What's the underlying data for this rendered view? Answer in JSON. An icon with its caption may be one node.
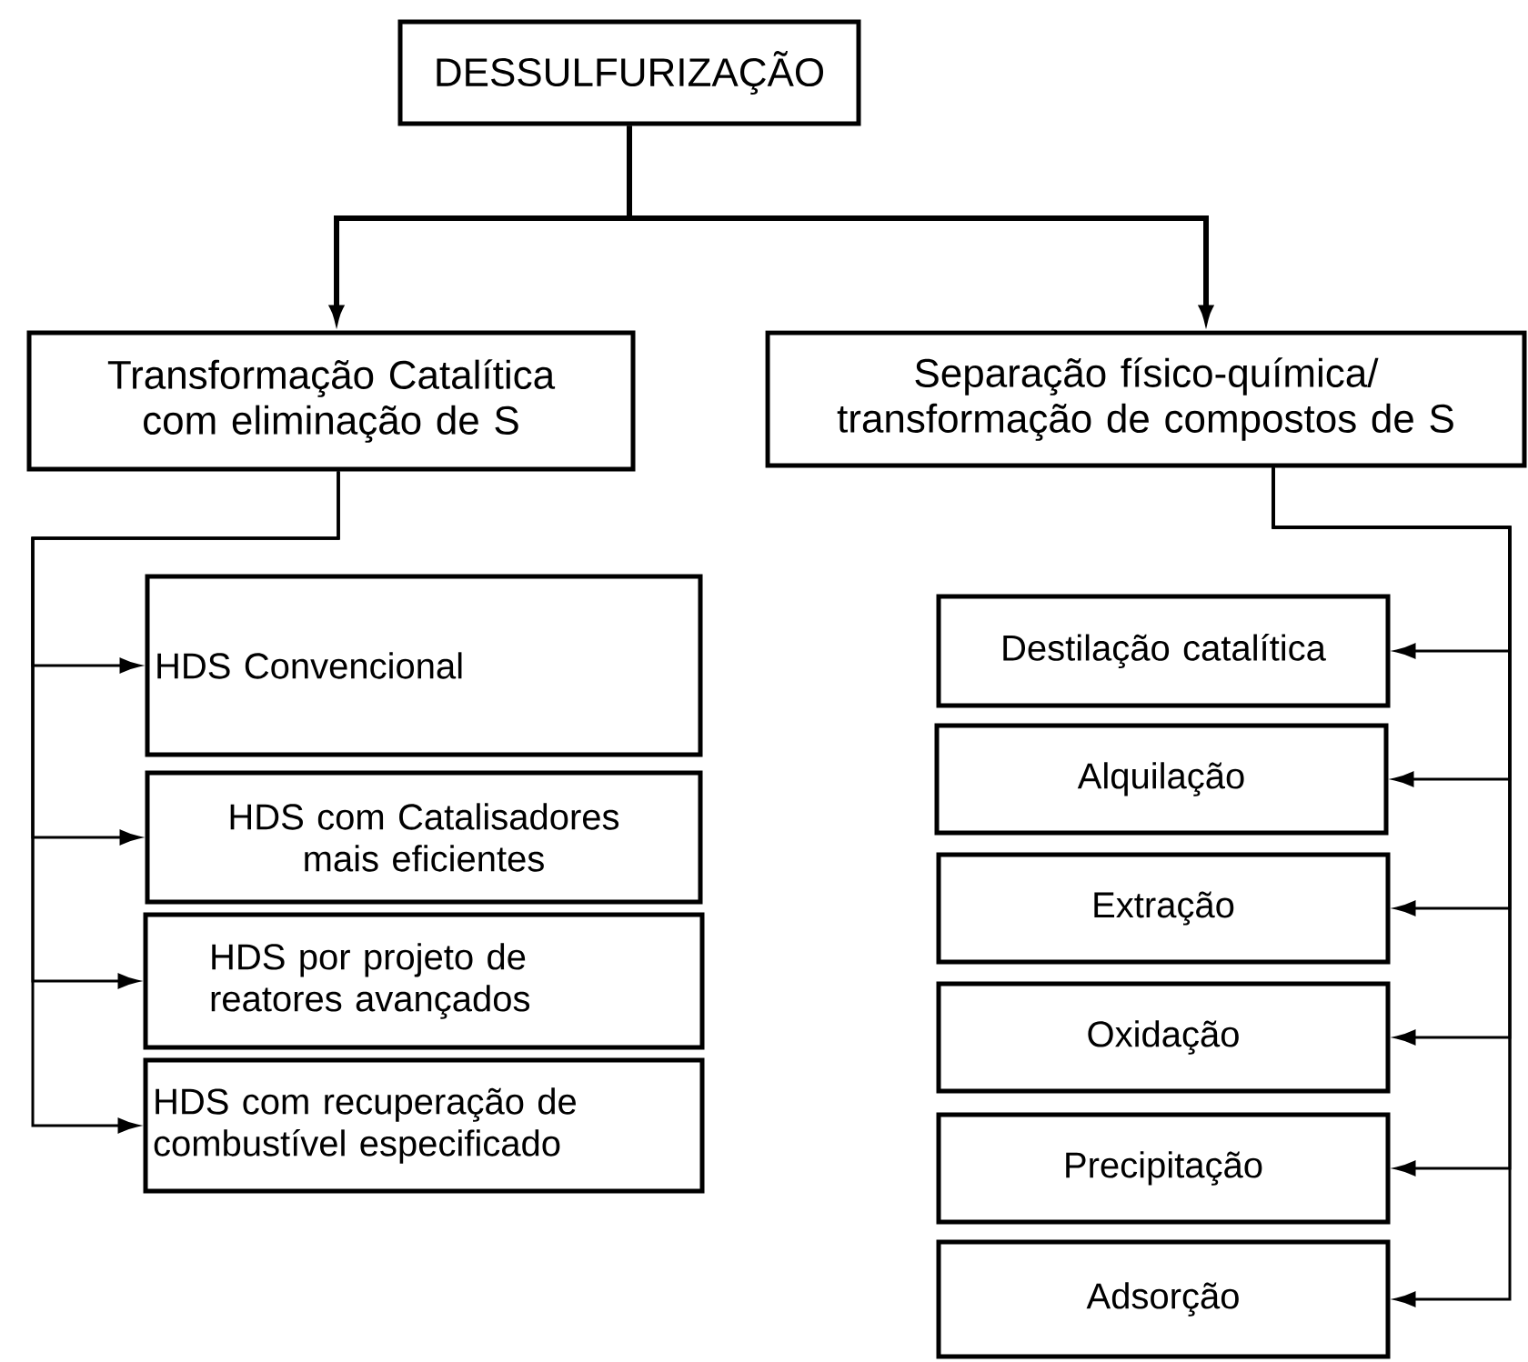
{
  "diagram": {
    "nodes": [
      {
        "text": [
          "DESSULFURIZAÇÃO"
        ]
      },
      {
        "text": [
          "Transformação Catalítica com eliminação de S"
        ]
      },
      {
        "text": [
          "Separação físico-química/ transformação de compostos de S"
        ]
      },
      {
        "text": [
          "HDS Convencional"
        ]
      },
      {
        "text": [
          "HDS com Catalisadores mais eficientes"
        ]
      },
      {
        "text": [
          "HDS por projeto de reatores avançados"
        ]
      },
      {
        "text": [
          "HDS com recuperação de combustível especificado"
        ]
      },
      {
        "text": [
          "Destilação catalítica"
        ]
      },
      {
        "text": [
          "Alquilação"
        ]
      },
      {
        "text": [
          "Extração"
        ]
      },
      {
        "text": [
          "Oxidação"
        ]
      },
      {
        "text": [
          "Precipitação"
        ]
      },
      {
        "text": [
          "Adsorção"
        ]
      }
    ],
    "edges": [
      {
        "from": 0,
        "to": 1,
        "arrow": "to",
        "style": "thick"
      },
      {
        "from": 0,
        "to": 2,
        "arrow": "to",
        "style": "thick"
      },
      {
        "from": 1,
        "to": 3,
        "arrow": "to"
      },
      {
        "from": 1,
        "to": 4,
        "arrow": "to"
      },
      {
        "from": 1,
        "to": 5,
        "arrow": "to"
      },
      {
        "from": 1,
        "to": 6,
        "arrow": "to"
      },
      {
        "from": 2,
        "to": 7,
        "arrow": "to"
      },
      {
        "from": 2,
        "to": 8,
        "arrow": "to"
      },
      {
        "from": 2,
        "to": 9,
        "arrow": "to"
      },
      {
        "from": 2,
        "to": 10,
        "arrow": "to"
      },
      {
        "from": 2,
        "to": 11,
        "arrow": "to"
      },
      {
        "from": 2,
        "to": 12,
        "arrow": "to"
      }
    ]
  }
}
